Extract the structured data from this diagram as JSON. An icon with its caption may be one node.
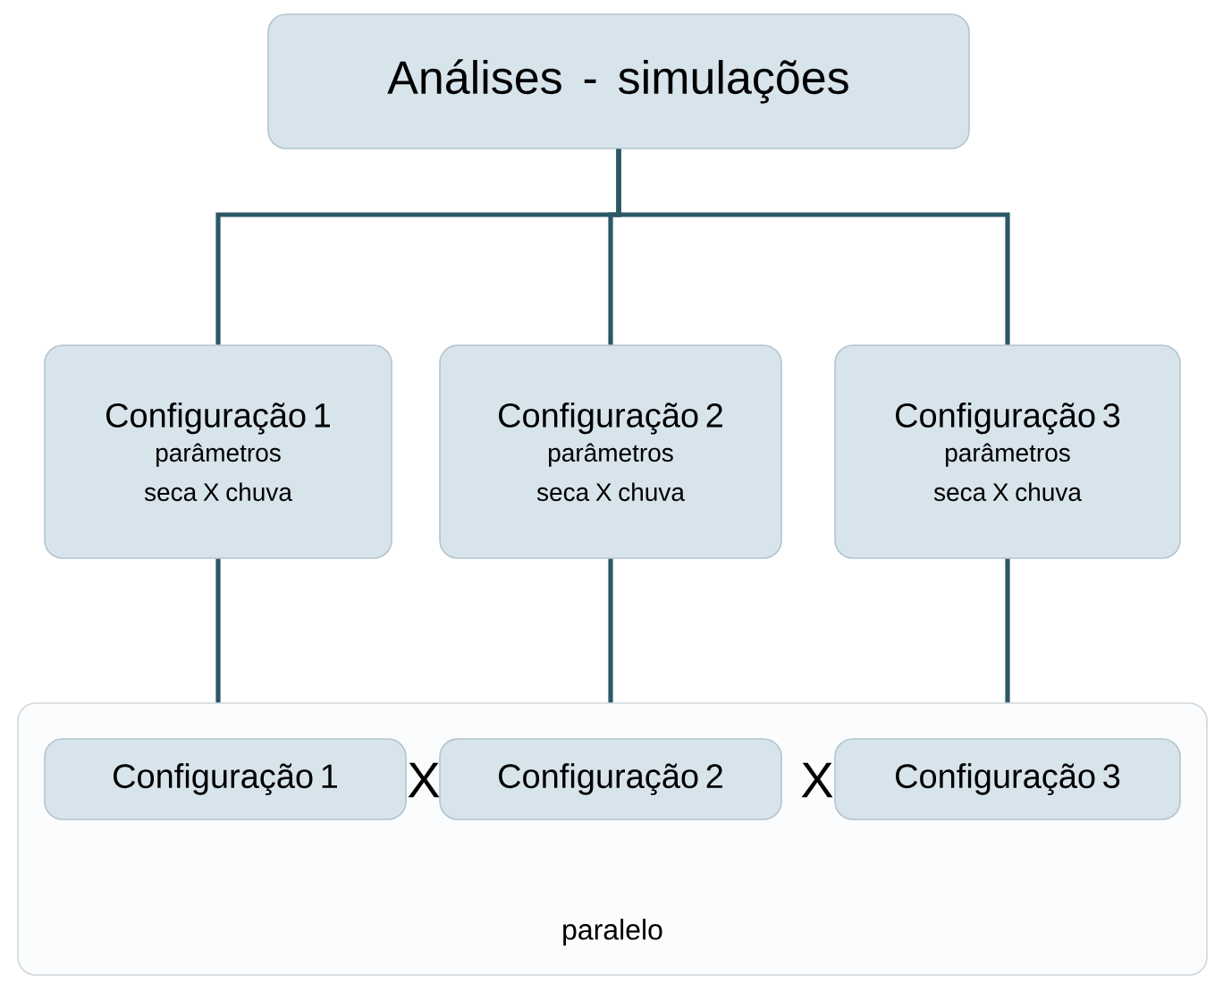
{
  "diagram": {
    "nodes": [
      {
        "text": [
          "Análises - simulações"
        ]
      },
      {
        "text": [
          "Configuração 1",
          "parâmetros seca X chuva"
        ]
      },
      {
        "text": [
          "Configuração 2",
          "parâmetros seca X chuva"
        ]
      },
      {
        "text": [
          "Configuração 3",
          "parâmetros seca X chuva"
        ]
      },
      {
        "text": [
          "paralelo"
        ]
      },
      {
        "text": [
          "Configuração 1"
        ],
        "in": 4
      },
      {
        "text": [
          "Configuração 2"
        ],
        "in": 4
      },
      {
        "text": [
          "Configuração 3"
        ],
        "in": 4
      }
    ],
    "edges": [
      {
        "from": 0,
        "to": 1,
        "arrow": "none"
      },
      {
        "from": 0,
        "to": 2,
        "arrow": "none"
      },
      {
        "from": 0,
        "to": 3,
        "arrow": "none"
      },
      {
        "from": 1,
        "to": 4,
        "arrow": "none"
      },
      {
        "from": 2,
        "to": 4,
        "arrow": "none"
      },
      {
        "from": 3,
        "to": 4,
        "arrow": "none"
      }
    ],
    "labels": [
      "X",
      "X"
    ]
  }
}
